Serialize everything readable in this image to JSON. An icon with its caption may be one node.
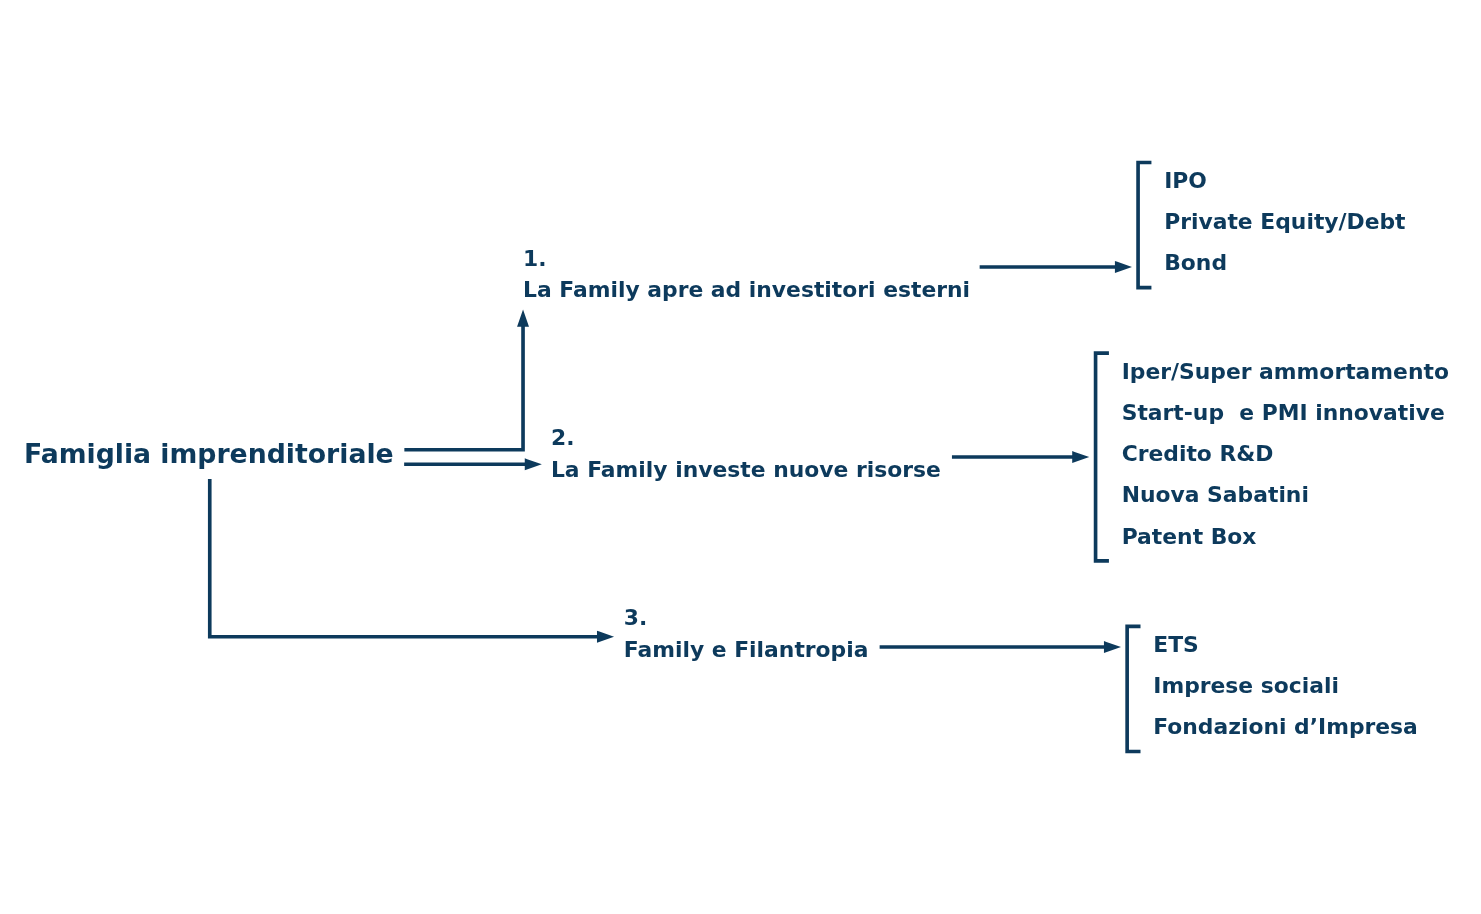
{
  "diagram": {
    "nodes": [
      {
        "text": [
          "Famiglia imprenditoriale"
        ]
      },
      {
        "text": [
          "1.",
          "La Family apre ad investitori esterni"
        ]
      },
      {
        "text": [
          "2.",
          "La Family investe nuove risorse"
        ]
      },
      {
        "text": [
          "3.",
          "Family e Filantropia"
        ]
      },
      {
        "text": [
          "IPO",
          "Private Equity/Debt",
          "Bond"
        ]
      },
      {
        "text": [
          "Iper/Super ammortamento",
          "Start-up  e PMI innovative",
          "Credito R&D",
          "Nuova Sabatini",
          "Patent Box"
        ]
      },
      {
        "text": [
          "ETS",
          "Imprese sociali",
          "Fondazioni d’Impresa"
        ]
      }
    ],
    "edges": [
      {
        "from": 0,
        "to": 1,
        "arrow": "to"
      },
      {
        "from": 0,
        "to": 2,
        "arrow": "to"
      },
      {
        "from": 0,
        "to": 3,
        "arrow": "to"
      },
      {
        "from": 1,
        "to": 4,
        "arrow": "to"
      },
      {
        "from": 2,
        "to": 5,
        "arrow": "to"
      },
      {
        "from": 3,
        "to": 6,
        "arrow": "to"
      }
    ]
  }
}
